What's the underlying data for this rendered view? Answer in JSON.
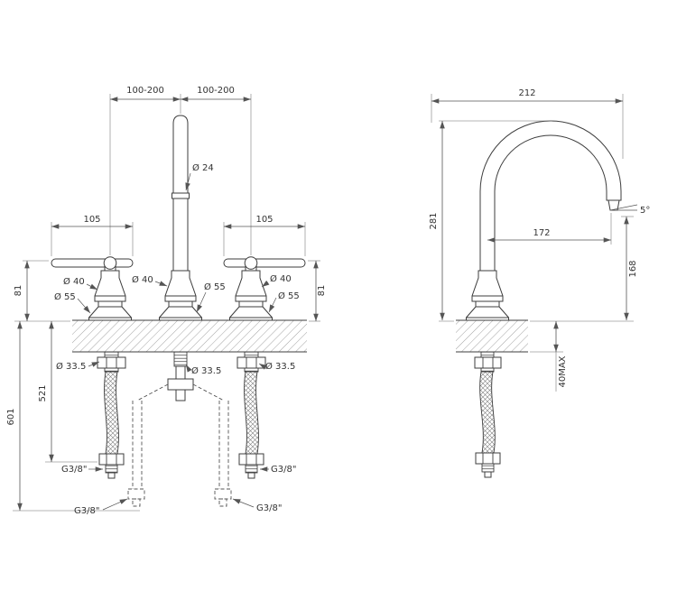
{
  "colors": {
    "line": "#3d3d3d",
    "dimension": "#555555",
    "text": "#333333",
    "background": "#ffffff"
  },
  "front_view": {
    "spacing_left": "100-200",
    "spacing_right": "100-200",
    "spout_diameter": "Ø 24",
    "lever_length_left": "105",
    "lever_length_right": "105",
    "body_height_left": "81",
    "body_height_right": "81",
    "left_d40": "Ø 40",
    "left_d55": "Ø 55",
    "center_d40": "Ø 40",
    "center_d55": "Ø 55",
    "right_d40": "Ø 40",
    "right_d55": "Ø 55",
    "shank_left": "Ø 33.5",
    "shank_center": "Ø 33.5",
    "shank_right": "Ø 33.5",
    "hose_length": "521",
    "overall_length": "601",
    "conn_left": "G3/8\"",
    "conn_right": "G3/8\"",
    "conn_alt_left": "G3/8\"",
    "conn_alt_right": "G3/8\""
  },
  "side_view": {
    "reach": "212",
    "height": "281",
    "outlet_reach": "172",
    "outlet_height": "168",
    "outlet_angle": "5°",
    "deck_thickness_max": "40MAX"
  }
}
